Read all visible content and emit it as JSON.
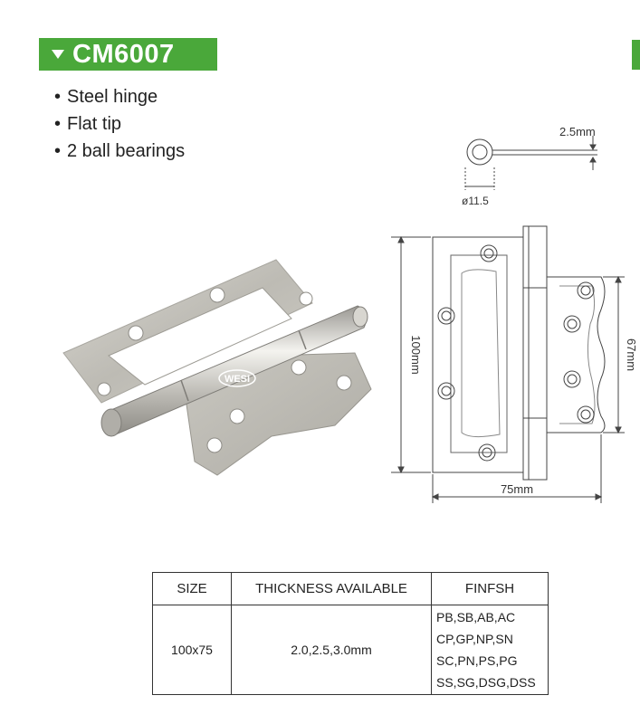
{
  "product": {
    "code": "CM6007",
    "features": [
      "Steel hinge",
      "Flat tip",
      "2 ball bearings"
    ]
  },
  "logo": {
    "text": "WESI"
  },
  "drawing": {
    "thickness": "2.5mm",
    "knuckle_diameter": "ø11.5",
    "height": "100mm",
    "leaf_height": "67mm",
    "width": "75mm"
  },
  "table": {
    "headers": [
      "SIZE",
      "THICKNESS AVAILABLE",
      "FINFSH"
    ],
    "row": {
      "size": "100x75",
      "thickness": "2.0,2.5,3.0mm",
      "finish": [
        "PB,SB,AB,AC",
        "CP,GP,NP,SN",
        "SC,PN,PS,PG",
        "SS,SG,DSG,DSS"
      ]
    }
  },
  "colors": {
    "accent": "#4aa83a",
    "steel": "#c8c6c0",
    "line": "#444444"
  }
}
